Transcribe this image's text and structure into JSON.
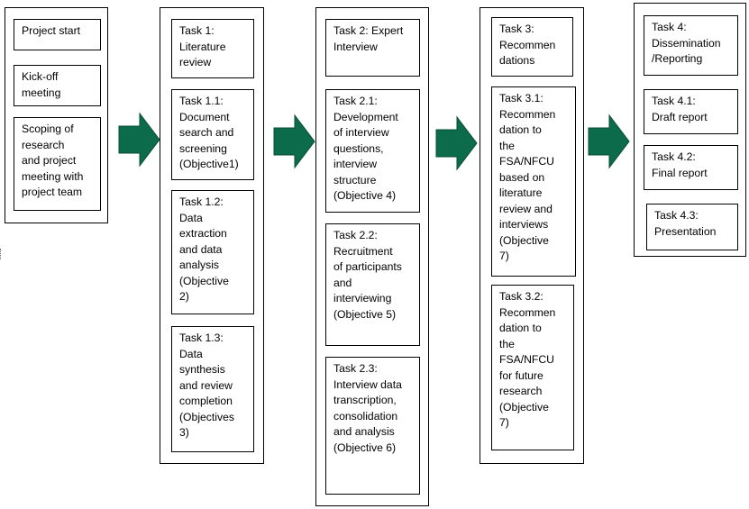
{
  "colors": {
    "arrow_fill": "#0b6b4a",
    "arrow_stroke": "#0a4d36",
    "box_border": "#000000"
  },
  "columns": [
    {
      "items": [
        {
          "label": "Project start"
        },
        {
          "label": "Kick-off\nmeeting"
        },
        {
          "label": "Scoping of\nresearch\nand project\nmeeting with\nproject team"
        }
      ]
    },
    {
      "items": [
        {
          "label": "Task 1:\nLiterature\nreview"
        },
        {
          "label": "Task 1.1:\nDocument\nsearch and\nscreening\n(Objective1)"
        },
        {
          "label": "Task 1.2:\nData\nextraction\nand data\nanalysis\n(Objective\n2)"
        },
        {
          "label": "Task 1.3:\nData\nsynthesis\nand review\ncompletion\n(Objectives\n3)"
        }
      ]
    },
    {
      "items": [
        {
          "label": "Task 2: Expert\nInterview"
        },
        {
          "label": "Task 2.1:\nDevelopment\nof interview\nquestions,\ninterview\nstructure\n(Objective 4)"
        },
        {
          "label": "Task 2.2:\nRecruitment\nof participants\nand\ninterviewing\n(Objective 5)"
        },
        {
          "label": "Task 2.3:\nInterview data\ntranscription,\nconsolidation\nand analysis\n(Objective 6)"
        }
      ]
    },
    {
      "items": [
        {
          "label": "Task 3:\nRecommen\ndations"
        },
        {
          "label": "Task 3.1:\nRecommen\ndation to\nthe\nFSA/NFCU\nbased on\nliterature\nreview and\ninterviews\n(Objective\n7)"
        },
        {
          "label": "Task 3.2:\nRecommen\ndation to\nthe\nFSA/NFCU\nfor future\nresearch\n(Objective\n7)"
        }
      ]
    },
    {
      "items": [
        {
          "label": "Task 4:\nDissemination\n/Reporting"
        },
        {
          "label": "Task 4.1:\nDraft report"
        },
        {
          "label": "Task 4.2:\nFinal report"
        },
        {
          "label": "Task 4.3:\nPresentation"
        }
      ]
    }
  ]
}
